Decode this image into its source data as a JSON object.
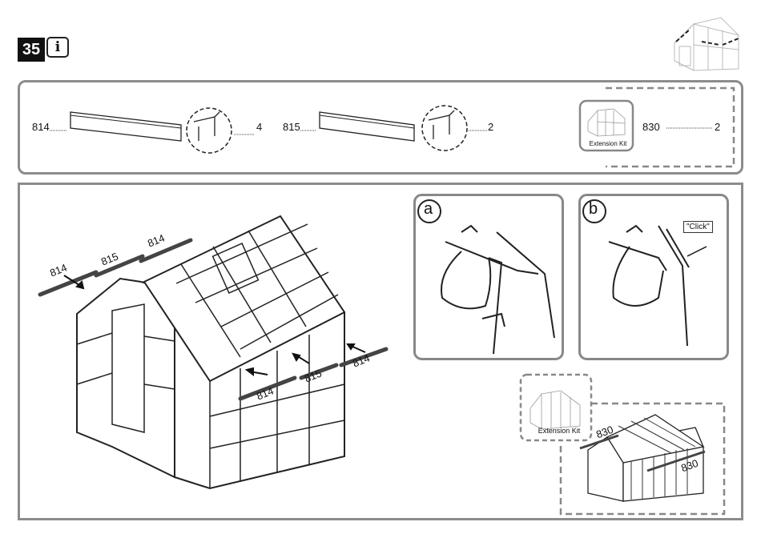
{
  "step": {
    "number": "35",
    "info_glyph": "i"
  },
  "parts": [
    {
      "id": "814",
      "qty": "4"
    },
    {
      "id": "815",
      "qty": "2"
    },
    {
      "id": "830",
      "qty": "2"
    }
  ],
  "extension_kit_label": "Extension Kit",
  "main_labels": {
    "a": "814",
    "b": "815",
    "c": "814",
    "d": "814",
    "e": "815",
    "f": "814"
  },
  "detail": {
    "a_label": "a",
    "b_label": "b",
    "click_text": "\"Click\""
  },
  "extension_detail": {
    "label_top": "830",
    "label_side": "830",
    "kit_label": "Extension Kit"
  }
}
